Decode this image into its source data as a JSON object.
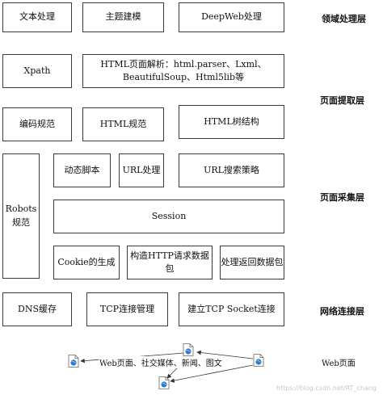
{
  "domain_layer": {
    "label": "领域处理层",
    "boxes": [
      "文本处理",
      "主题建模",
      "DeepWeb处理"
    ]
  },
  "extract_layer": {
    "label": "页面提取层",
    "xpath": "Xpath",
    "html_parse_line1": "HTML页面解析：html.parser、Lxml、",
    "html_parse_line2": "BeautifulSoup、Html5lib等",
    "encoding": "编码规范",
    "html_spec": "HTML规范",
    "html_tree": "HTML树结构"
  },
  "collect_layer": {
    "label": "页面采集层",
    "robots_line1": "Robots",
    "robots_line2": "规范",
    "dynamic_script": "动态脚本",
    "url_process": "URL处理",
    "url_search": "URL搜索策略",
    "session": "Session",
    "cookie": "Cookie的生成",
    "build_http": "构造HTTP请求数据包",
    "parse_return": "处理返回数据包"
  },
  "network_layer": {
    "label": "网络连接层",
    "dns": "DNS缓存",
    "tcp_manage": "TCP连接管理",
    "tcp_socket": "建立TCP Socket连接"
  },
  "web_layer": {
    "label": "Web页面",
    "content": "Web页面、社交媒体、新闻、图文",
    "icon": "web-document-icon"
  },
  "watermark": "https://blog.csdn.net/RT_chang"
}
